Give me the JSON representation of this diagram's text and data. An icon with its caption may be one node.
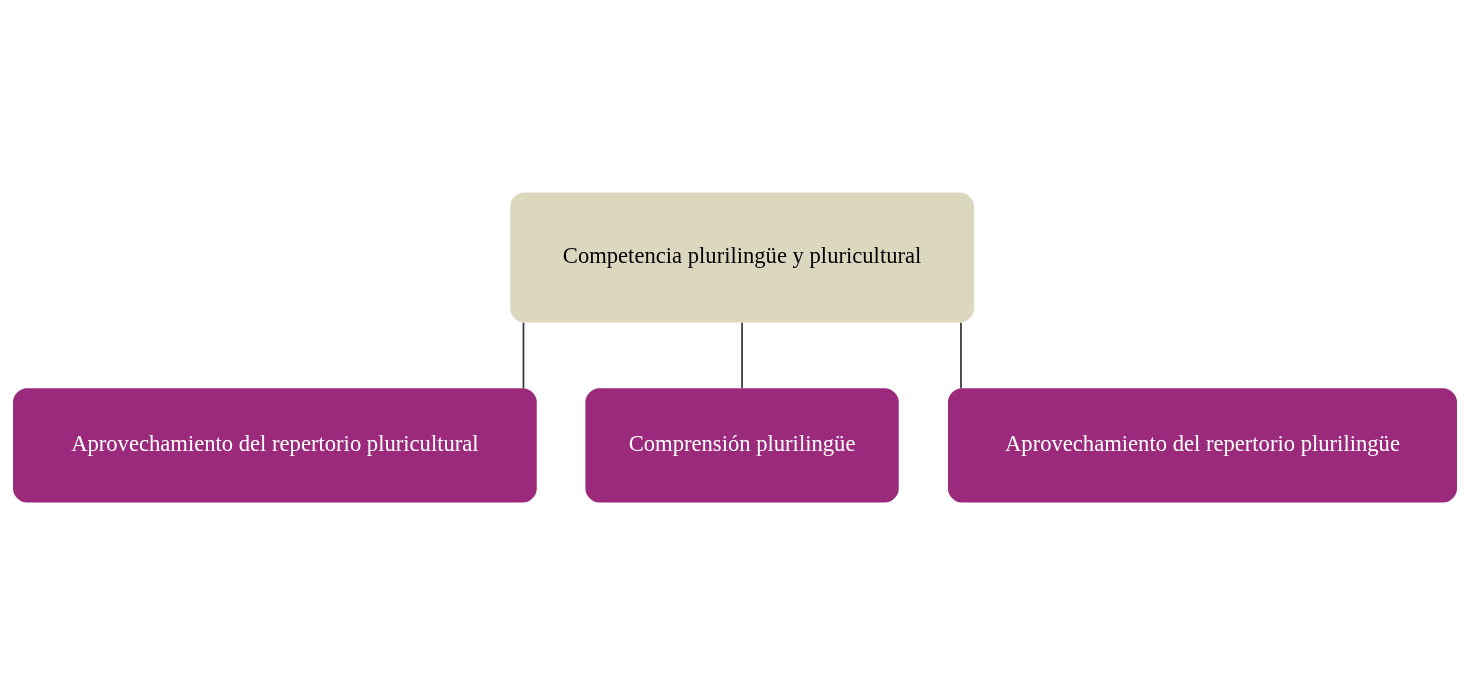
{
  "diagram": {
    "nodes": [
      {
        "text": [
          "Competencia plurilingüe y pluricultural"
        ]
      },
      {
        "text": [
          "Aprovechamiento del repertorio pluricultural"
        ]
      },
      {
        "text": [
          "Comprensión plurilingüe"
        ]
      },
      {
        "text": [
          "Aprovechamiento del repertorio plurilingüe"
        ]
      }
    ],
    "edges": [
      {
        "from": 0,
        "to": 1,
        "arrow": "none"
      },
      {
        "from": 0,
        "to": 2,
        "arrow": "none"
      },
      {
        "from": 0,
        "to": 3,
        "arrow": "none"
      }
    ]
  }
}
